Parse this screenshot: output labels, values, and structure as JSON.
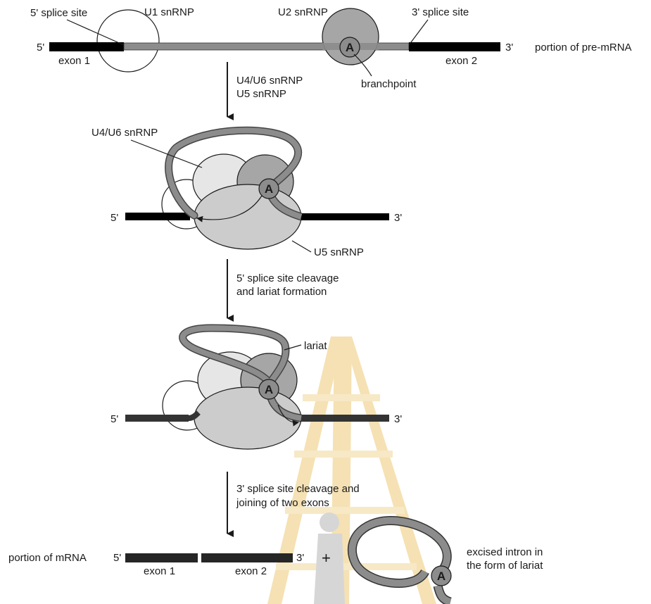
{
  "stage1": {
    "splice5_label": "5' splice site",
    "u1_label": "U1 snRNP",
    "u2_label": "U2 snRNP",
    "splice3_label": "3' splice site",
    "five_prime": "5'",
    "three_prime": "3'",
    "exon1": "exon 1",
    "exon2": "exon 2",
    "branch_A": "A",
    "branchpoint_label": "branchpoint",
    "premrna_label": "portion of pre-mRNA"
  },
  "step1": {
    "line1": "U4/U6 snRNP",
    "line2": "U5 snRNP"
  },
  "stage2": {
    "u4u6_label": "U4/U6 snRNP",
    "u5_label": "U5 snRNP",
    "five_prime": "5'",
    "three_prime": "3'",
    "branch_A": "A"
  },
  "step2": {
    "line1": "5' splice site cleavage",
    "line2": "and lariat formation"
  },
  "stage3": {
    "lariat_label": "lariat",
    "five_prime": "5'",
    "three_prime": "3'",
    "branch_A": "A"
  },
  "step3": {
    "line1": "3' splice site cleavage and",
    "line2": "joining of two exons"
  },
  "stage4": {
    "mrna_label": "portion of mRNA",
    "five_prime": "5'",
    "three_prime": "3'",
    "exon1": "exon 1",
    "exon2": "exon 2",
    "plus": "+",
    "branch_A": "A",
    "intron_line1": "excised intron in",
    "intron_line2": "the form of lariat"
  },
  "colors": {
    "exon": "#000000",
    "intron": "#8c8c8c",
    "u1": "#ffffff",
    "u2": "#a6a6a6",
    "u4u6": "#e6e6e6",
    "u5": "#cccccc",
    "watermark_gold": "#f2d79a",
    "watermark_gray": "#c9c9c9"
  }
}
